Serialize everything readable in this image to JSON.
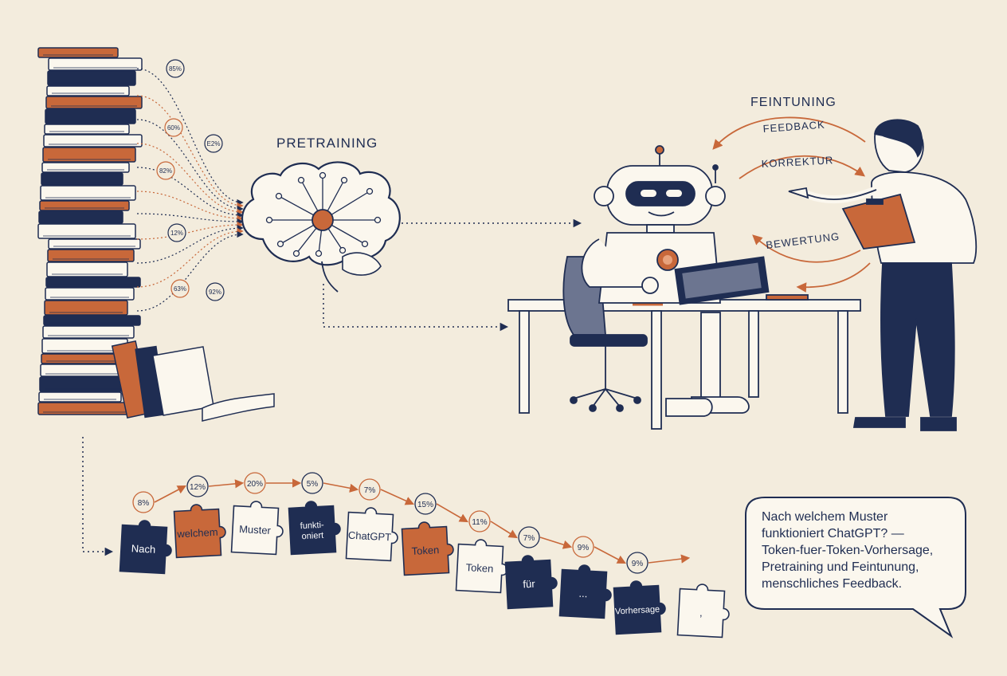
{
  "labels": {
    "pretraining": "PRETRAINING",
    "finetuning": "FEINTUNING",
    "feedback": "FEEDBACK",
    "korrektur": "KORREKTUR",
    "bewertung": "BEWERTUNG"
  },
  "stack_percents": [
    "85%",
    "60%",
    "E2%",
    "82%",
    "12%",
    "63%",
    "92%"
  ],
  "tokens": [
    {
      "text": "Nach",
      "lines": [
        "Nach"
      ],
      "style": "navy",
      "prob": "8%"
    },
    {
      "text": "welchem",
      "lines": [
        "welchem"
      ],
      "style": "orange",
      "prob": "12%"
    },
    {
      "text": "Muster",
      "lines": [
        "Muster"
      ],
      "style": "white",
      "prob": "20%"
    },
    {
      "text": "funkti-oniert",
      "lines": [
        "funkti-",
        "oniert"
      ],
      "style": "navy",
      "prob": "5%"
    },
    {
      "text": "ChatGPT",
      "lines": [
        "ChatGPT"
      ],
      "style": "white",
      "prob": "7%"
    },
    {
      "text": "Token",
      "lines": [
        "Token"
      ],
      "style": "orange",
      "prob": "15%"
    },
    {
      "text": "Token",
      "lines": [
        "Token"
      ],
      "style": "white",
      "prob": "11%"
    },
    {
      "text": "für",
      "lines": [
        "für"
      ],
      "style": "navy",
      "prob": "7%"
    },
    {
      "text": "...",
      "lines": [
        "..."
      ],
      "style": "navy",
      "prob": "9%"
    },
    {
      "text": "Vorhersage",
      "lines": [
        "Vorhersage"
      ],
      "style": "navy",
      "prob": "9%"
    },
    {
      "text": ",",
      "lines": [
        ","
      ],
      "style": "white",
      "prob": ""
    }
  ],
  "speech_bubble": {
    "lines": [
      "Nach welchem Muster",
      "funktioniert ChatGPT? —",
      "Token-fuer-Token-Vorhersage,",
      "Pretraining und Feintunung,",
      "menschliches Feedback."
    ]
  },
  "colors": {
    "navy": "#1f2d52",
    "orange": "#c8683a",
    "cream": "#f3ecdd",
    "paper": "#fbf7ee"
  }
}
